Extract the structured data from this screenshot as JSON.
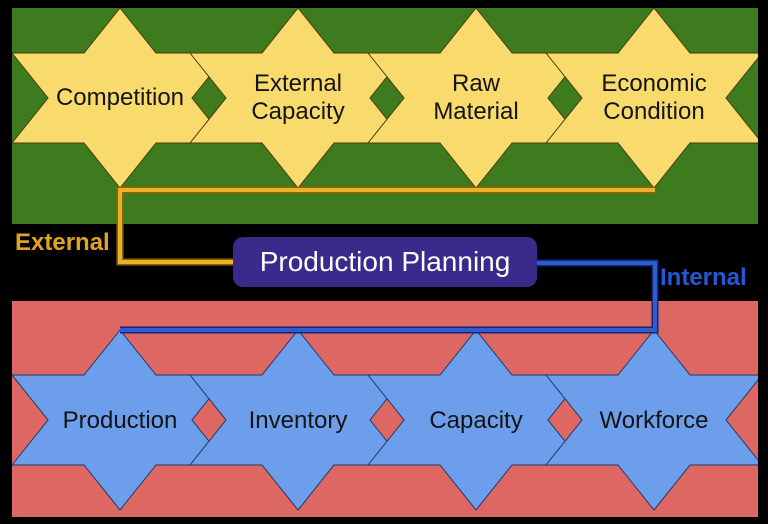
{
  "diagram": {
    "title": "Production Planning",
    "external": {
      "label": "External",
      "band_color": "#3e7b1e",
      "star_color": "#f9db6d",
      "line_color": "#edb02a",
      "label_color": "#dfa326",
      "factors": [
        "Competition",
        "External Capacity",
        "Raw Material",
        "Economic Condition"
      ]
    },
    "internal": {
      "label": "Internal",
      "band_color": "#dd6763",
      "star_color": "#6d9eeb",
      "line_color": "#2e5bd6",
      "label_color": "#2458d8",
      "factors": [
        "Production",
        "Inventory",
        "Capacity",
        "Workforce"
      ]
    },
    "center": {
      "label": "Production Planning",
      "box_color": "#392a8b",
      "text_color": "#ffffff"
    }
  }
}
